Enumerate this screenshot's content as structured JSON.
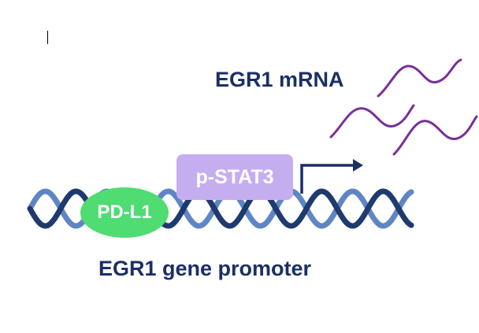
{
  "labels": {
    "mrna": "EGR1 mRNA",
    "promoter": "EGR1 gene promoter"
  },
  "proteins": {
    "pdl1": "PD-L1",
    "pstat3": "p-STAT3"
  },
  "icons": [
    "dna-double-helix-icon",
    "transcription-start-arrow-icon",
    "mrna-strand-icon"
  ],
  "colors": {
    "text_navy": "#1b2f66",
    "dna_dark": "#1f3a6e",
    "dna_light": "#5f86c4",
    "pdl1_green": "#4fdc73",
    "pstat3_lavender": "#c5aef0",
    "mrna_purple": "#7a2f98",
    "arrow_navy": "#1b2f66"
  }
}
